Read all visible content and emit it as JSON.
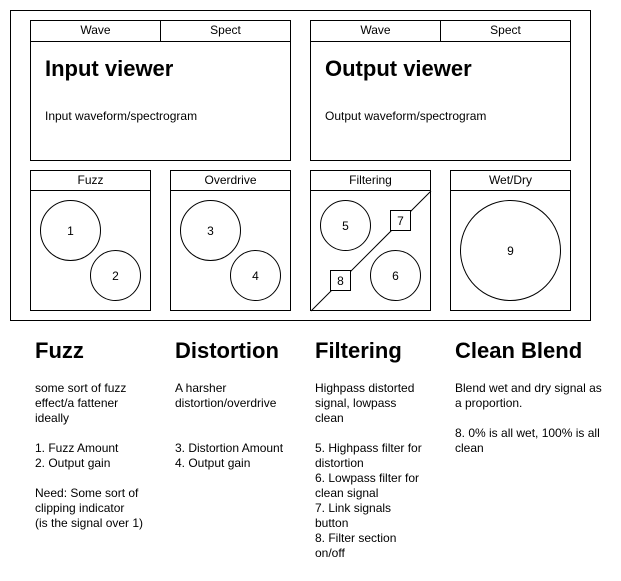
{
  "viewers": {
    "input": {
      "tabs": [
        "Wave",
        "Spect"
      ],
      "title": "Input viewer",
      "subtitle": "Input waveform/spectrogram"
    },
    "output": {
      "tabs": [
        "Wave",
        "Spect"
      ],
      "title": "Output viewer",
      "subtitle": "Output waveform/spectrogram"
    }
  },
  "sections": {
    "fuzz": {
      "label": "Fuzz",
      "knobs": [
        "1",
        "2"
      ]
    },
    "overdrive": {
      "label": "Overdrive",
      "knobs": [
        "3",
        "4"
      ]
    },
    "filtering": {
      "label": "Filtering",
      "knobs": [
        "5",
        "6"
      ],
      "buttons": [
        "7",
        "8"
      ]
    },
    "wetdry": {
      "label": "Wet/Dry",
      "knobs": [
        "9"
      ]
    }
  },
  "descriptions": {
    "fuzz": {
      "title": "Fuzz",
      "lines": [
        "some sort of fuzz",
        "effect/a fattener",
        "ideally",
        "",
        "1. Fuzz Amount",
        "2. Output gain",
        "",
        "Need: Some sort of",
        "clipping indicator",
        "(is the signal over 1)"
      ]
    },
    "distortion": {
      "title": "Distortion",
      "lines": [
        "A harsher",
        "distortion/overdrive",
        "",
        "",
        "3. Distortion Amount",
        "4. Output gain"
      ]
    },
    "filtering": {
      "title": "Filtering",
      "lines": [
        "Highpass distorted",
        "signal, lowpass",
        "clean",
        "",
        "5. Highpass filter for",
        "distortion",
        "6. Lowpass filter for",
        "clean signal",
        "7. Link signals",
        "button",
        "8. Filter section",
        "on/off"
      ]
    },
    "clean_blend": {
      "title": "Clean Blend",
      "lines": [
        "Blend wet and dry signal as",
        "a proportion.",
        "",
        "8. 0% is all wet, 100% is all",
        "clean"
      ]
    }
  }
}
